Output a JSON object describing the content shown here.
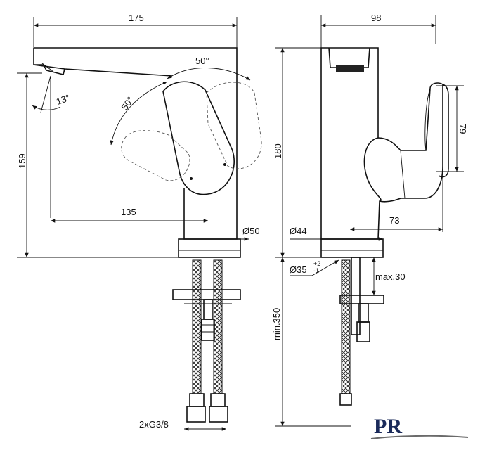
{
  "dimensions": {
    "overall_width_front": "175",
    "overall_width_side": "98",
    "handle_rotation": "50°",
    "handle_swing": "50°",
    "spout_angle": "13°",
    "height_to_spout": "159",
    "total_height": "180",
    "spout_projection": "135",
    "base_diameter_front": "Ø50",
    "base_diameter_side": "Ø44",
    "mounting_hole": "Ø35",
    "mounting_hole_tol_upper": "+2",
    "mounting_hole_tol_lower": "-1",
    "handle_height": "79",
    "handle_projection": "73",
    "max_thickness": "max.30",
    "hose_length": "min.350",
    "connection": "2xG3/8"
  },
  "logo": {
    "text": "PR"
  }
}
